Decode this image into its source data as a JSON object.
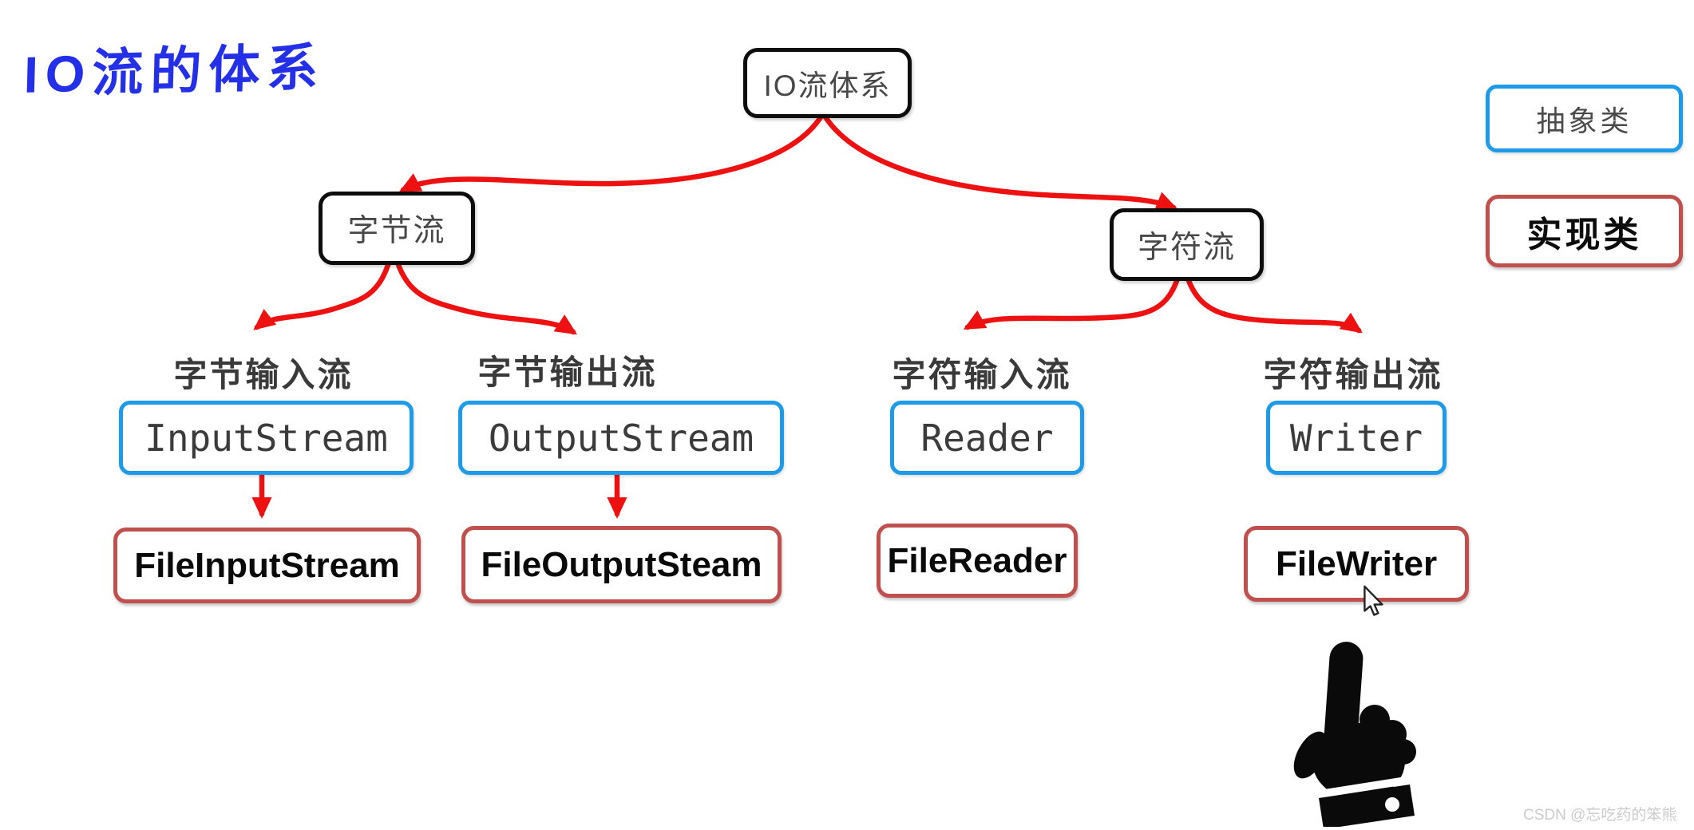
{
  "page": {
    "title": "IO流的体系",
    "watermark": "CSDN @忘吃药的笨熊"
  },
  "legend": {
    "abstract": "抽象类",
    "implementation": "实现类"
  },
  "tree": {
    "root": "IO流体系",
    "byte": {
      "label": "字节流",
      "input": {
        "category": "字节输入流",
        "abstract": "InputStream",
        "implementation": "FileInputStream"
      },
      "output": {
        "category": "字节输出流",
        "abstract": "OutputStream",
        "implementation": "FileOutputSteam"
      }
    },
    "char": {
      "label": "字符流",
      "input": {
        "category": "字符输入流",
        "abstract": "Reader",
        "implementation": "FileReader"
      },
      "output": {
        "category": "字符输出流",
        "abstract": "Writer",
        "implementation": "FileWriter"
      }
    }
  },
  "colors": {
    "abstract_border": "#1E9BE8",
    "implementation_border": "#C0504D",
    "arrow": "#EE1111",
    "node_border": "#0D0D0D",
    "title": "#2430E8"
  },
  "icons": {
    "hand": "hand-point-up-icon",
    "cursor": "mouse-cursor-icon"
  }
}
